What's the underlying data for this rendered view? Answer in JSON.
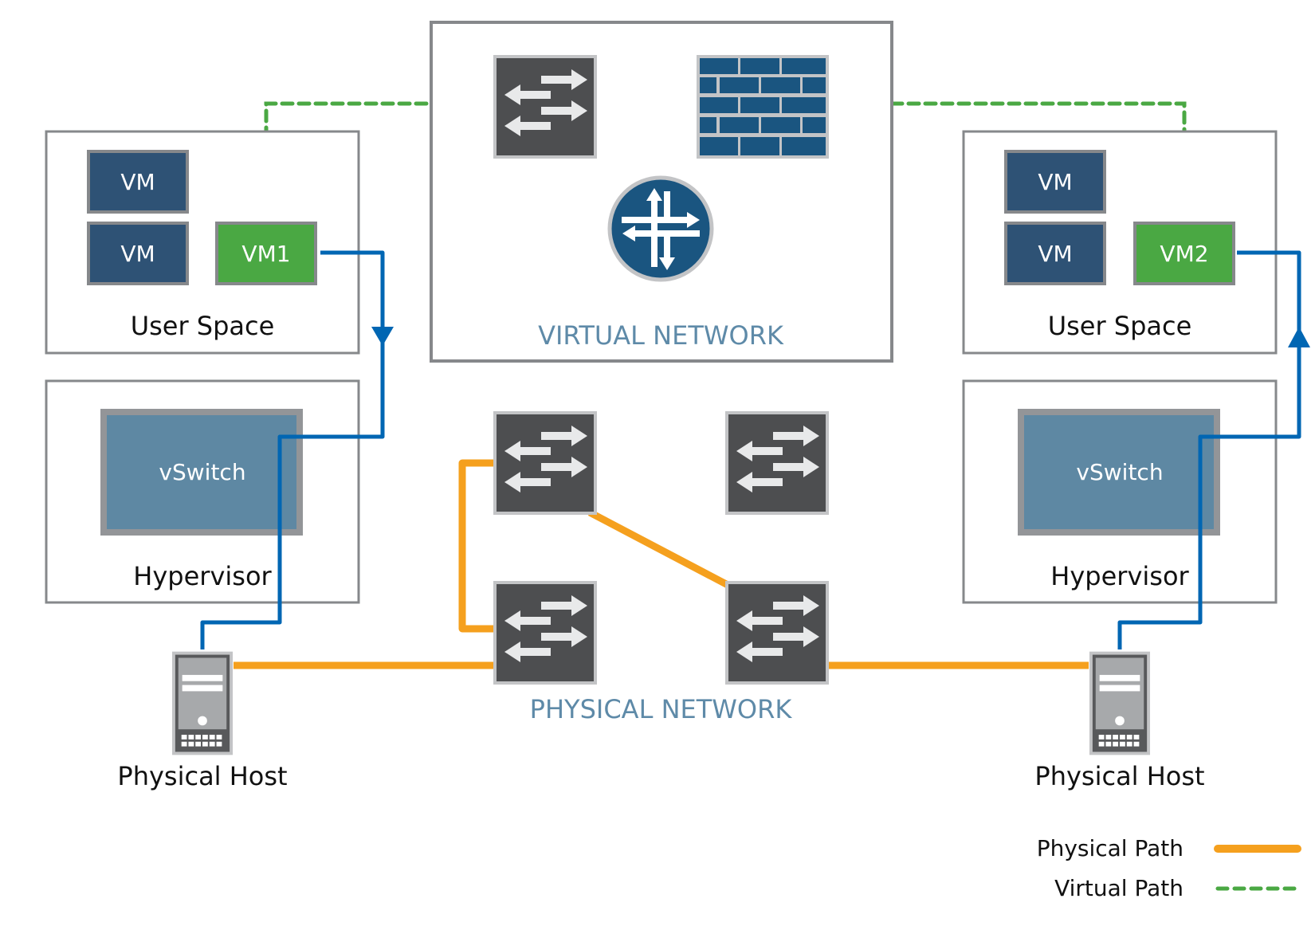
{
  "colors": {
    "physical_path": "#f5a01e",
    "virtual_path": "#4aa843",
    "tunnel_path": "#0066b3",
    "vm_blue": "#2e5275",
    "vm_green": "#4aa843",
    "vswitch": "#5e88a3",
    "device_dark": "#4d4e50",
    "firewall": "#1a5580",
    "router": "#1a5580",
    "frame_gray": "#86888b",
    "network_label": "#5e8aa8"
  },
  "virtual_network": {
    "label": "VIRTUAL NETWORK",
    "devices": [
      {
        "type": "switch",
        "icon": "switch-icon"
      },
      {
        "type": "firewall",
        "icon": "firewall-icon"
      },
      {
        "type": "router",
        "icon": "router-icon"
      }
    ]
  },
  "physical_network": {
    "label": "PHYSICAL NETWORK",
    "switch_count": 4
  },
  "hosts": [
    {
      "side": "left",
      "user_space_label": "User Space",
      "vms": [
        "VM",
        "VM"
      ],
      "highlighted_vm": "VM1",
      "vswitch_label": "vSwitch",
      "hypervisor_label": "Hypervisor",
      "physical_host_label": "Physical Host"
    },
    {
      "side": "right",
      "user_space_label": "User Space",
      "vms": [
        "VM",
        "VM"
      ],
      "highlighted_vm": "VM2",
      "vswitch_label": "vSwitch",
      "hypervisor_label": "Hypervisor",
      "physical_host_label": "Physical Host"
    }
  ],
  "legend": {
    "items": [
      {
        "label": "Physical Path",
        "style": "solid"
      },
      {
        "label": "Virtual Path",
        "style": "dashed"
      }
    ]
  }
}
